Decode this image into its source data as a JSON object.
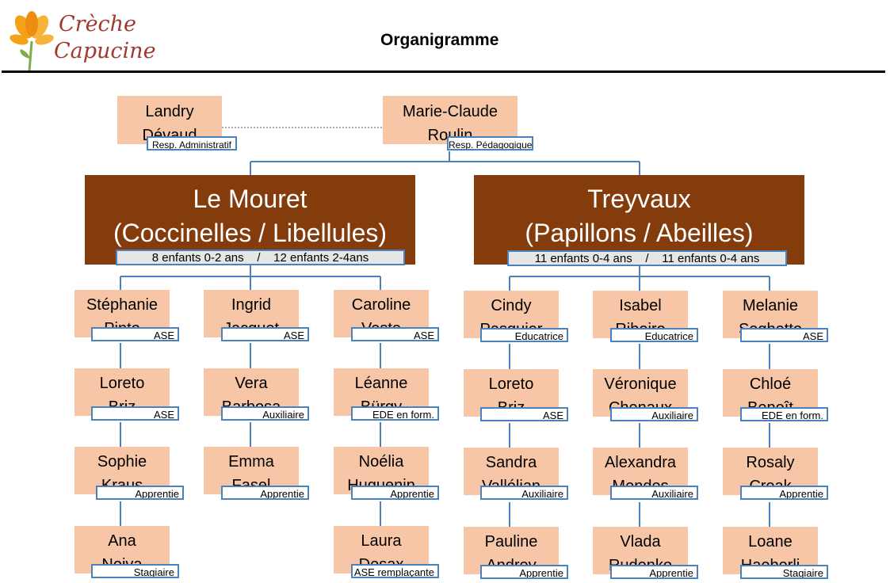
{
  "header": {
    "logo_line1": "Crèche",
    "logo_line2": "Capucine",
    "title": "Organigramme"
  },
  "management": {
    "admin": {
      "first": "Landry",
      "last": "Dévaud",
      "role": "Resp. Administratif"
    },
    "pedago": {
      "first": "Marie-Claude",
      "last": "Roulin",
      "role": "Resp. Pédagogique"
    }
  },
  "sites": [
    {
      "line1": "Le Mouret",
      "line2": "(Coccinelles / Libellules)",
      "groups": "8 enfants 0-2 ans    /    12 enfants 2-4ans"
    },
    {
      "line1": "Treyvaux",
      "line2": "(Papillons / Abeilles)",
      "groups": "11 enfants 0-4 ans    /    11 enfants 0-4 ans"
    }
  ],
  "columns": [
    [
      {
        "first": "Stéphanie",
        "last": "Pinto",
        "role": "ASE"
      },
      {
        "first": "Loreto",
        "last": "Briz",
        "role": "ASE"
      },
      {
        "first": "Sophie",
        "last": "Kraus",
        "role": "Apprentie"
      },
      {
        "first": "Ana",
        "last": "Neiva",
        "role": "Stagiaire"
      }
    ],
    [
      {
        "first": "Ingrid",
        "last": "Jacquet",
        "role": "ASE"
      },
      {
        "first": "Vera",
        "last": "Barbosa",
        "role": "Auxiliaire"
      },
      {
        "first": "Emma",
        "last": "Fasel",
        "role": "Apprentie"
      }
    ],
    [
      {
        "first": "Caroline",
        "last": "Veste",
        "role": "ASE"
      },
      {
        "first": "Léanne",
        "last": "Bürgy",
        "role": "EDE en form."
      },
      {
        "first": "Noélia",
        "last": "Huguenin",
        "role": "Apprentie"
      },
      {
        "first": "Laura",
        "last": "Desax",
        "role": "ASE remplaçante"
      }
    ],
    [
      {
        "first": "Cindy",
        "last": "Pasquier",
        "role": "Educatrice"
      },
      {
        "first": "Loreto",
        "last": "Briz",
        "role": "ASE"
      },
      {
        "first": "Sandra",
        "last": "Vallélian",
        "role": "Auxiliaire"
      },
      {
        "first": "Pauline",
        "last": "Andrey",
        "role": "Apprentie"
      }
    ],
    [
      {
        "first": "Isabel",
        "last": "Ribeiro",
        "role": "Educatrice"
      },
      {
        "first": "Véronique",
        "last": "Chenaux",
        "role": "Auxiliaire"
      },
      {
        "first": "Alexandra",
        "last": "Mendes",
        "role": "Auxiliaire"
      },
      {
        "first": "Vlada",
        "last": "Rudenko",
        "role": "Apprentie"
      }
    ],
    [
      {
        "first": "Melanie",
        "last": "Seghetto",
        "role": "ASE"
      },
      {
        "first": "Chloé",
        "last": "Benoît",
        "role": "EDE en form."
      },
      {
        "first": "Rosaly",
        "last": "Creak",
        "role": "Apprentie"
      },
      {
        "first": "Loane",
        "last": "Haeberli",
        "role": "Stagiaire"
      }
    ]
  ]
}
